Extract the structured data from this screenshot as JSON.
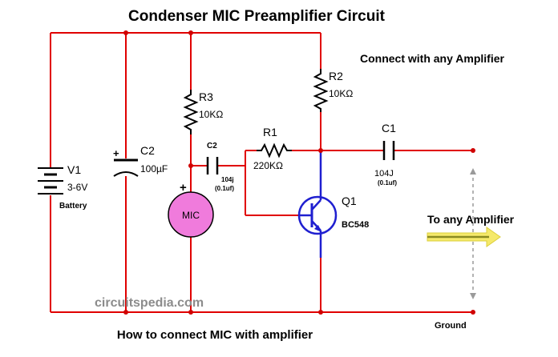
{
  "title": "Condenser MIC Preamplifier Circuit",
  "connect_note": "Connect with any Amplifier",
  "bottom_note": "How to connect MIC with amplifier",
  "watermark": "circuitspedia.com",
  "ground_label": "Ground",
  "output_label": "To any Amplifier",
  "colors": {
    "wire": "#e00000",
    "transistor": "#1f1fd0",
    "mic_fill": "#f07bdc",
    "node": "#d00000",
    "arrow": "#f5e96a"
  },
  "components": {
    "battery": {
      "ref": "V1",
      "value": "3-6V",
      "note": "Battery"
    },
    "c2_main": {
      "ref": "C2",
      "value": "100µF",
      "polarity": "+"
    },
    "r3": {
      "ref": "R3",
      "value": "10KΩ"
    },
    "c2_coupling": {
      "ref": "C2",
      "code": "104j",
      "value": "(0.1uf)"
    },
    "mic": {
      "label": "MIC",
      "polarity": "+"
    },
    "r1": {
      "ref": "R1",
      "value": "220KΩ"
    },
    "r2": {
      "ref": "R2",
      "value": "10KΩ"
    },
    "q1": {
      "ref": "Q1",
      "part": "BC548"
    },
    "c1": {
      "ref": "C1",
      "code": "104J",
      "value": "(0.1uf)"
    }
  }
}
